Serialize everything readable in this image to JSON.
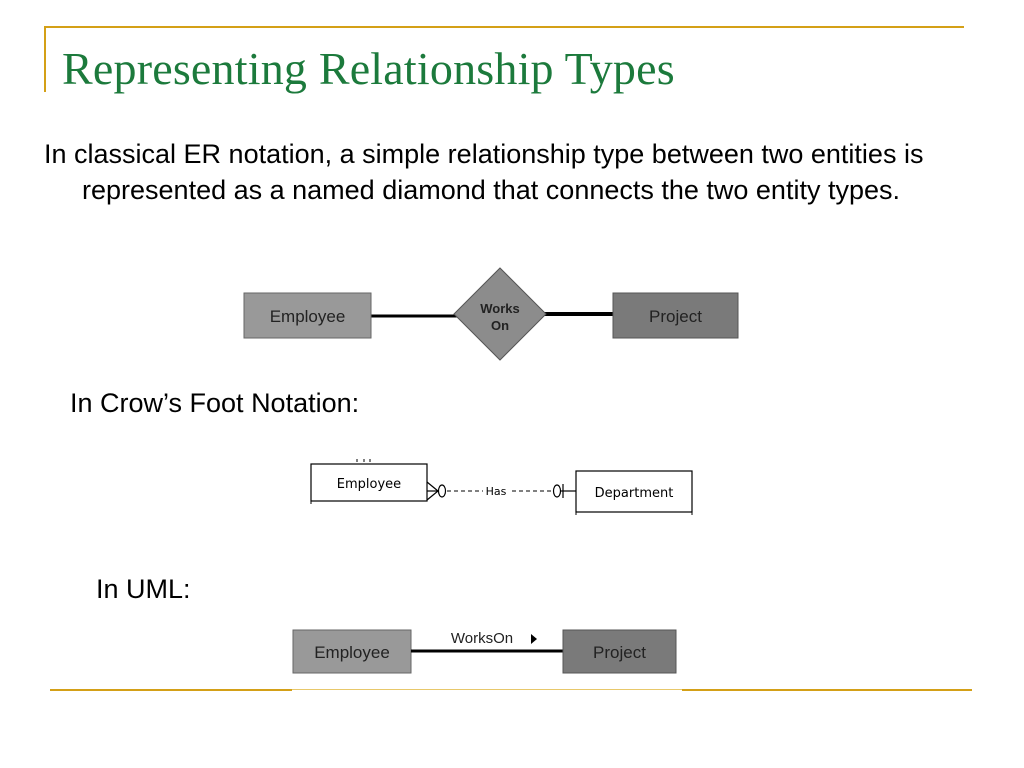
{
  "title": "Representing Relationship Types",
  "intro_text": "In classical ER notation, a simple relationship type between two entities is represented as a named diamond that connects the two entity types.",
  "classical_diagram": {
    "left_entity": "Employee",
    "relationship_line1": "Works",
    "relationship_line2": "On",
    "right_entity": "Project"
  },
  "crows_foot_heading": "In Crow’s Foot Notation:",
  "crows_foot_diagram": {
    "left_entity": "Employee",
    "relationship": "Has",
    "right_entity": "Department"
  },
  "uml_heading": "In UML:",
  "uml_diagram": {
    "left_entity": "Employee",
    "association": "WorksOn",
    "right_entity": "Project"
  },
  "colors": {
    "title": "#1c7a3c",
    "frame": "#d4a017",
    "entity_light": "#999999",
    "entity_dark": "#7a7a7a",
    "diamond": "#8c8c8c"
  }
}
